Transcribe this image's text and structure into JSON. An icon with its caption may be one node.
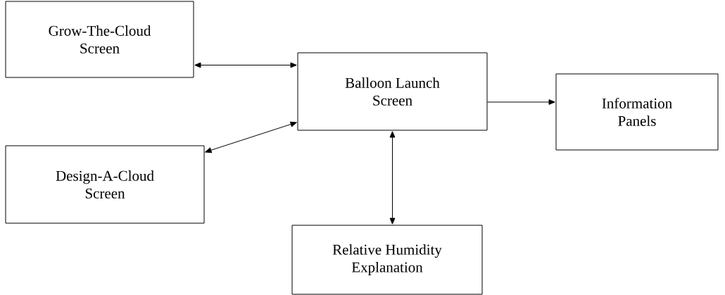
{
  "diagram": {
    "nodes": [
      {
        "text": [
          "Grow-The-Cloud Screen"
        ]
      },
      {
        "text": [
          "Design-A-Cloud Screen"
        ]
      },
      {
        "text": [
          "Balloon Launch Screen"
        ]
      },
      {
        "text": [
          "Information Panels"
        ]
      },
      {
        "text": [
          "Relative Humidity Explanation"
        ]
      }
    ],
    "edges": [
      {
        "from": 0,
        "to": 2,
        "arrow": "both"
      },
      {
        "from": 1,
        "to": 2,
        "arrow": "both"
      },
      {
        "from": 2,
        "to": 3,
        "arrow": "to"
      },
      {
        "from": 2,
        "to": 4,
        "arrow": "both"
      }
    ]
  }
}
